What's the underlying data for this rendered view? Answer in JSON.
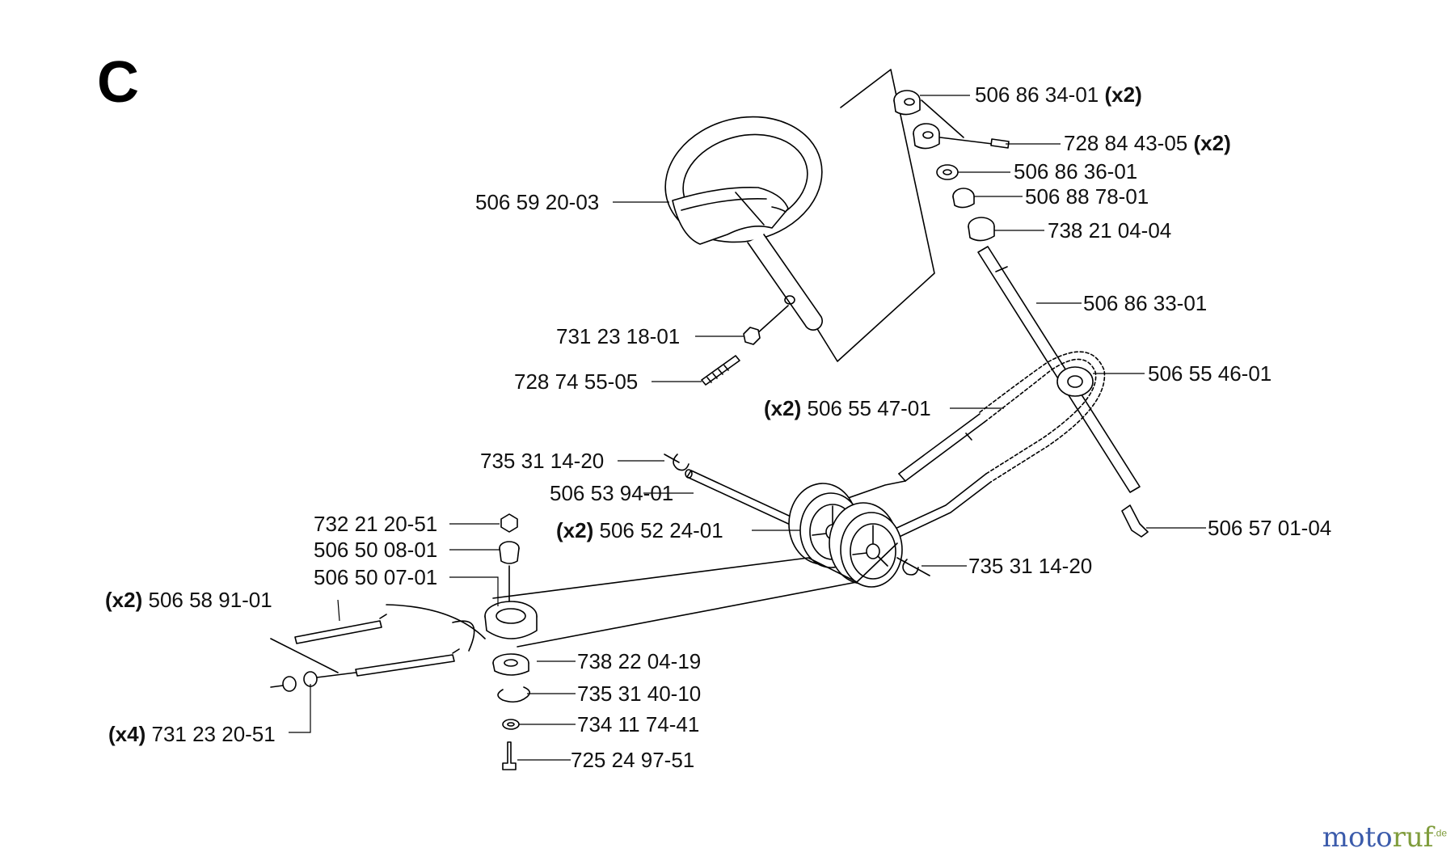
{
  "section": "C",
  "labels": [
    {
      "id": "p1",
      "prefix": "",
      "code": "506 86 34-01",
      "suffix": "(x2)"
    },
    {
      "id": "p2",
      "prefix": "",
      "code": "728 84 43-05",
      "suffix": "(x2)"
    },
    {
      "id": "p3",
      "prefix": "",
      "code": "506 86 36-01",
      "suffix": ""
    },
    {
      "id": "p4",
      "prefix": "",
      "code": "506 88 78-01",
      "suffix": ""
    },
    {
      "id": "p5",
      "prefix": "",
      "code": "738 21 04-04",
      "suffix": ""
    },
    {
      "id": "p6",
      "prefix": "",
      "code": "506 86 33-01",
      "suffix": ""
    },
    {
      "id": "p7",
      "prefix": "",
      "code": "506 55 46-01",
      "suffix": ""
    },
    {
      "id": "p8",
      "prefix": "(x2)",
      "code": "506 55 47-01",
      "suffix": ""
    },
    {
      "id": "p9",
      "prefix": "",
      "code": "506 59 20-03",
      "suffix": ""
    },
    {
      "id": "p10",
      "prefix": "",
      "code": "731 23 18-01",
      "suffix": ""
    },
    {
      "id": "p11",
      "prefix": "",
      "code": "728 74 55-05",
      "suffix": ""
    },
    {
      "id": "p12",
      "prefix": "",
      "code": "735 31 14-20",
      "suffix": ""
    },
    {
      "id": "p13",
      "prefix": "",
      "code": "506 53 94-01",
      "suffix": ""
    },
    {
      "id": "p14",
      "prefix": "(x2)",
      "code": "506 52 24-01",
      "suffix": ""
    },
    {
      "id": "p15",
      "prefix": "",
      "code": "506 57 01-04",
      "suffix": ""
    },
    {
      "id": "p16",
      "prefix": "",
      "code": "735 31 14-20",
      "suffix": ""
    },
    {
      "id": "p17",
      "prefix": "",
      "code": "732 21 20-51",
      "suffix": ""
    },
    {
      "id": "p18",
      "prefix": "",
      "code": "506 50 08-01",
      "suffix": ""
    },
    {
      "id": "p19",
      "prefix": "",
      "code": "506 50 07-01",
      "suffix": ""
    },
    {
      "id": "p20",
      "prefix": "(x2)",
      "code": "506 58 91-01",
      "suffix": ""
    },
    {
      "id": "p21",
      "prefix": "",
      "code": "738 22 04-19",
      "suffix": ""
    },
    {
      "id": "p22",
      "prefix": "",
      "code": "735 31 40-10",
      "suffix": ""
    },
    {
      "id": "p23",
      "prefix": "",
      "code": "734 11 74-41",
      "suffix": ""
    },
    {
      "id": "p24",
      "prefix": "(x4)",
      "code": "731 23 20-51",
      "suffix": ""
    },
    {
      "id": "p25",
      "prefix": "",
      "code": "725 24 97-51",
      "suffix": ""
    }
  ],
  "watermark": {
    "part1": "moto",
    "part2": "ruf",
    "tld": ".de"
  }
}
